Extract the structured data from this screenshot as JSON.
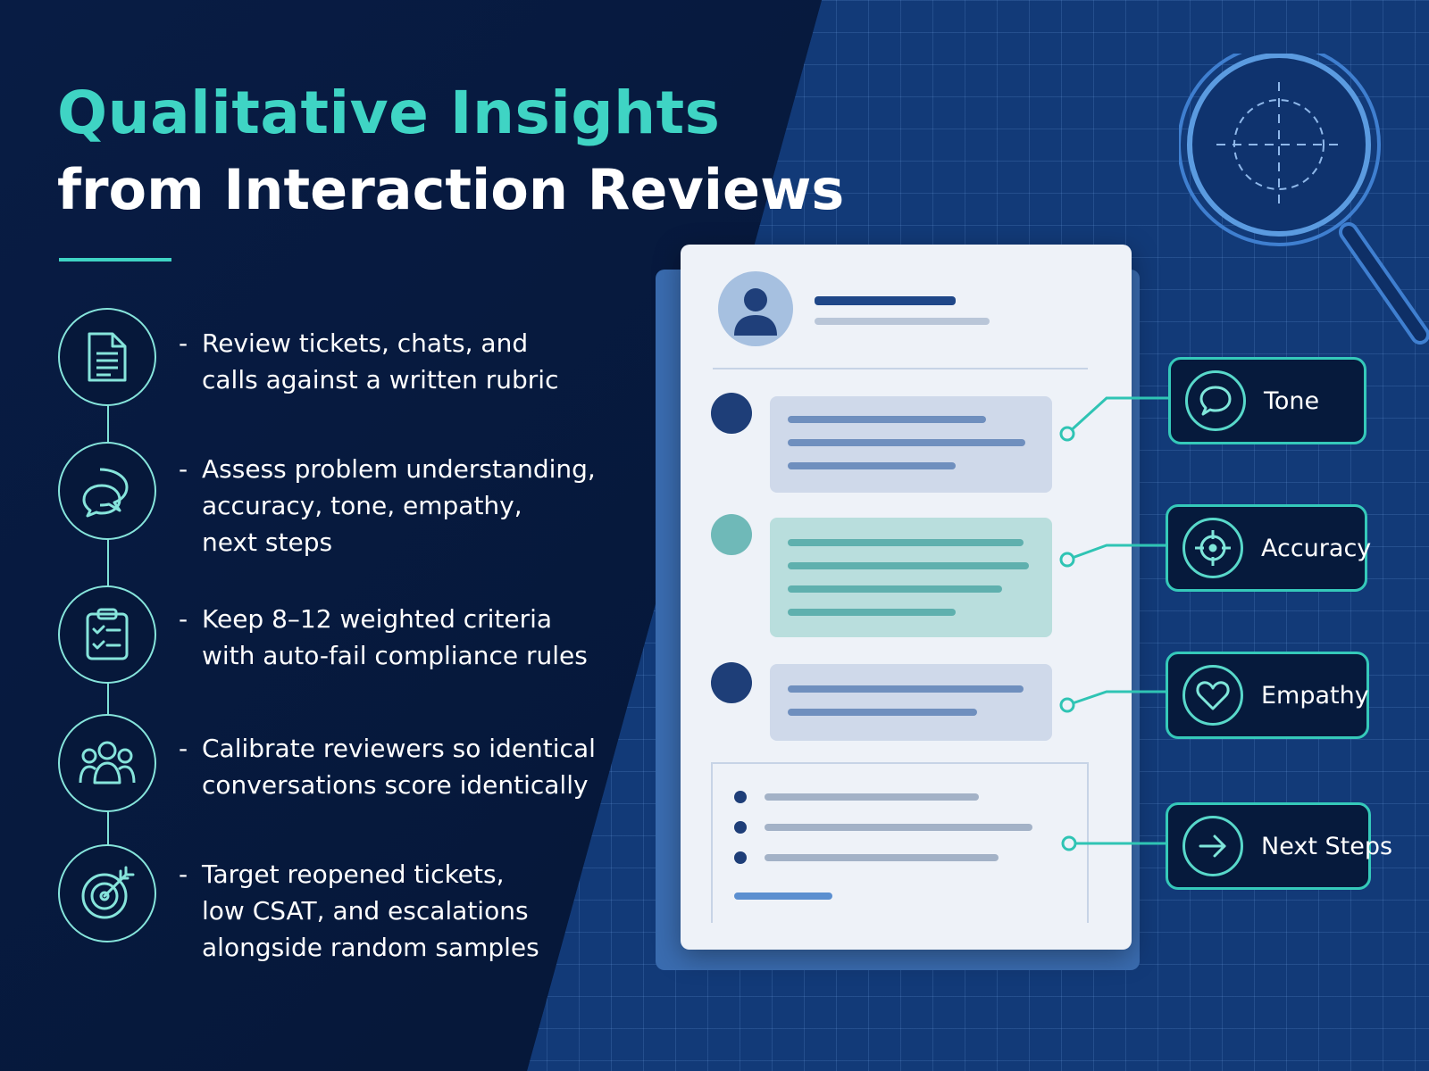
{
  "title": {
    "line1": "Qualitative Insights",
    "line2": "from Interaction Reviews"
  },
  "steps": [
    {
      "icon": "document-icon",
      "lines": [
        "Review tickets, chats, and",
        "calls against a written rubric"
      ]
    },
    {
      "icon": "chat-bubbles-icon",
      "lines": [
        "Assess problem understanding,",
        "accuracy, tone, empathy,",
        "next steps"
      ]
    },
    {
      "icon": "checklist-clipboard-icon",
      "lines": [
        "Keep 8–12 weighted criteria",
        "with auto-fail compliance rules"
      ]
    },
    {
      "icon": "team-icon",
      "lines": [
        "Calibrate reviewers so identical",
        "conversations score identically"
      ]
    },
    {
      "icon": "target-icon",
      "lines": [
        "Target reopened tickets,",
        "low CSAT, and escalations",
        "alongside random samples"
      ]
    }
  ],
  "tags": [
    {
      "label": "Tone",
      "icon": "speech-bubble-icon"
    },
    {
      "label": "Accuracy",
      "icon": "crosshair-icon"
    },
    {
      "label": "Empathy",
      "icon": "heart-icon"
    },
    {
      "label": "Next Steps",
      "icon": "arrow-right-icon"
    }
  ],
  "colors": {
    "accent": "#3fd4c4",
    "background_dark": "#06183a",
    "background_blue": "#123a78",
    "document": "#eef2f8"
  }
}
